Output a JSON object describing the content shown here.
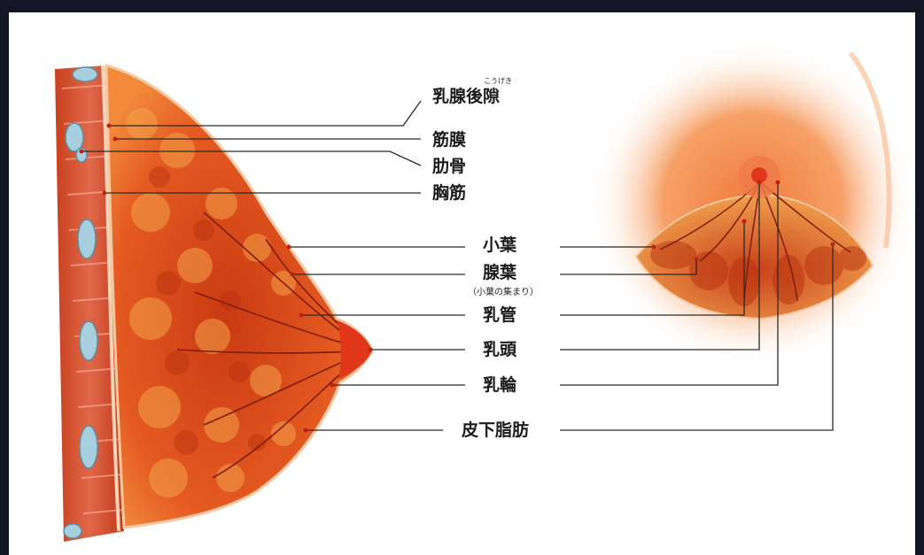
{
  "colors": {
    "frame": "#141625",
    "background": "#ffffff",
    "tissue": "#e2501c",
    "tissue_dark": "#b8310f",
    "fat": "#f3a24a",
    "rib": "#9fc6d6",
    "leader": "#2a2a2a"
  },
  "labels": {
    "retromammary_space": "乳腺後隙",
    "retromammary_ruby": "こうげき",
    "fascia": "筋膜",
    "rib": "肋骨",
    "pectoral_muscle": "胸筋",
    "lobule": "小葉",
    "lobe": "腺葉",
    "lobe_note": "（小葉の集まり）",
    "milk_duct": "乳管",
    "nipple": "乳頭",
    "areola": "乳輪",
    "subcutaneous_fat": "皮下脂肪"
  }
}
